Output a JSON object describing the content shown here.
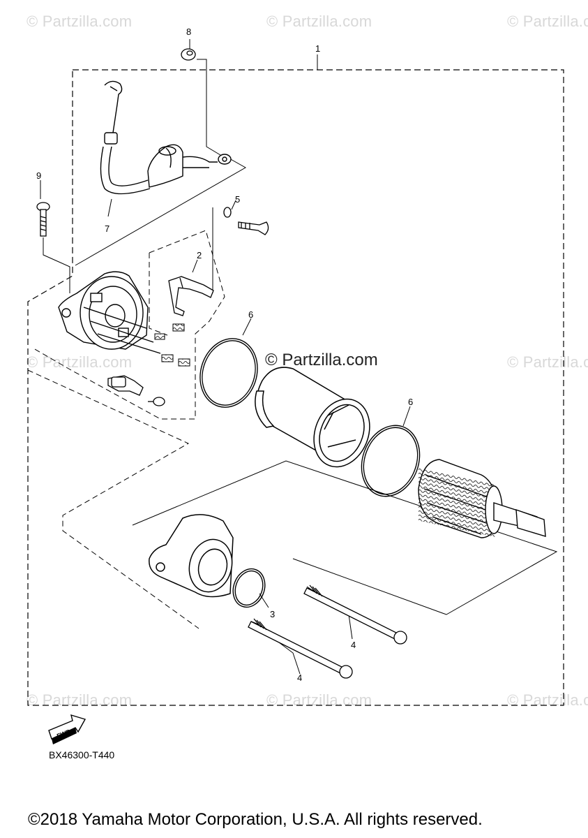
{
  "watermark": {
    "text": "© Partzilla.com",
    "center_text": "© Partzilla.com"
  },
  "callouts": {
    "c1": "1",
    "c2": "2",
    "c3": "3",
    "c4a": "4",
    "c4b": "4",
    "c5": "5",
    "c6a": "6",
    "c6b": "6",
    "c7": "7",
    "c8": "8",
    "c9": "9"
  },
  "fwd_label": "FWD",
  "diagram_code": "BX46300-T440",
  "copyright": "©2018 Yamaha Motor Corporation, U.S.A. All rights reserved.",
  "colors": {
    "line": "#000000",
    "watermark": "#d8d8d8"
  }
}
